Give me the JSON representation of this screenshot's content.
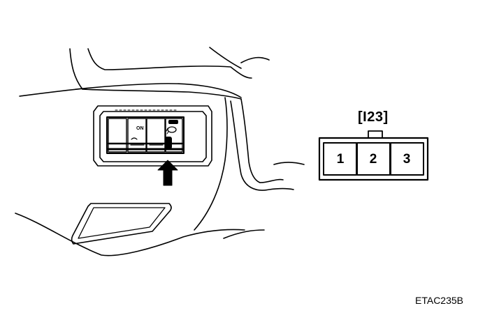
{
  "connector": {
    "id_label": "[I23]",
    "pins": [
      "1",
      "2",
      "3"
    ]
  },
  "switch_panel": {
    "on_label": "ON"
  },
  "figure_code": "ETAC235B",
  "colors": {
    "line": "#000000",
    "background": "#ffffff"
  },
  "icons": {
    "pointer": "up-arrow-icon"
  }
}
